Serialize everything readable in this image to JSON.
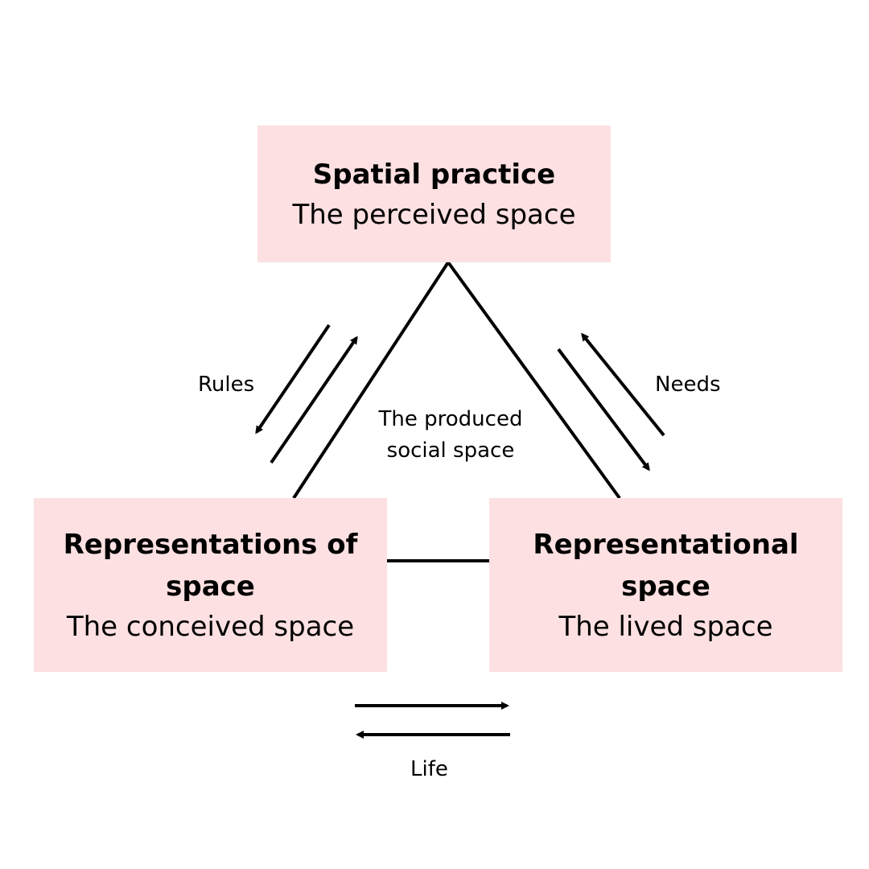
{
  "nodes": {
    "top": {
      "title": "Spatial practice",
      "subtitle": "The perceived space"
    },
    "left": {
      "title": "Representations of space",
      "subtitle": "The conceived space"
    },
    "right": {
      "title": "Representational space",
      "subtitle": "The lived space"
    }
  },
  "labels": {
    "rules": "Rules",
    "needs": "Needs",
    "center": "The produced social space",
    "life": "Life"
  },
  "colors": {
    "box_fill": "#fde0e1",
    "line": "#000000"
  }
}
